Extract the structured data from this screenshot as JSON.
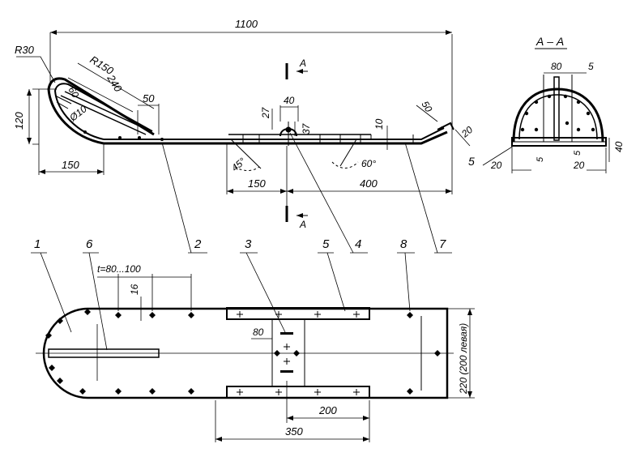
{
  "dims": {
    "overall_length": "1100",
    "r30": "R30",
    "r150": "R150",
    "d240": "240",
    "d60": "60",
    "phi10": "Ø10",
    "d50_tip": "50",
    "h120": "120",
    "d150_tip": "150",
    "d27": "27",
    "d40_top": "40",
    "d37": "37",
    "d10": "10",
    "d50_tail": "50",
    "d20_tail": "20",
    "a45": "45°",
    "a60": "60°",
    "d150_center": "150",
    "d400": "400",
    "pitch": "t=80...100",
    "d16": "16",
    "d80_plan": "80",
    "d200": "200",
    "d350": "350",
    "width_220": "220 (200 левая)"
  },
  "section": {
    "title": "А – А",
    "d80": "80",
    "d5_top": "5",
    "d5_left": "5",
    "d5_mid": "5",
    "d5_right": "5",
    "d20_left": "20",
    "d20_right": "20",
    "d40": "40"
  },
  "cut": {
    "label_top": "А",
    "label_bottom": "А"
  },
  "callouts": [
    "1",
    "6",
    "2",
    "3",
    "4",
    "5",
    "8",
    "7"
  ]
}
